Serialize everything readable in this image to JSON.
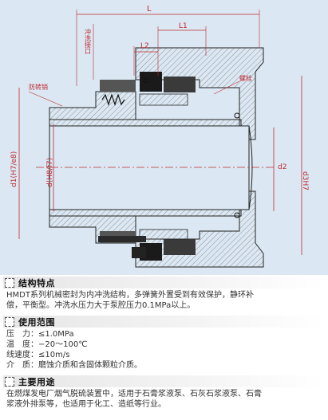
{
  "drawing": {
    "labels": {
      "L": "L",
      "L1": "L1",
      "L2": "L2",
      "flush_port": "冲洗接口",
      "anti_rotation_pin": "防转销",
      "bolt": "螺栓",
      "d1": "d1(H7/e8)",
      "d": "d(H8/f7)",
      "d2": "d2",
      "d3": "d3H7"
    },
    "colors": {
      "background": "#dbe8f3",
      "dimension": "#c0272d",
      "steel": "#1a1a1a",
      "hatch": "#777777"
    }
  },
  "sections": [
    {
      "title": "结构特点",
      "lines": [
        "HMDT系列机械密封为内冲洗结构，多弹簧外置受到有效保护，静环补",
        "偿，平衡型。冲洗水压力大于泵腔压力0.1MPa以上。"
      ]
    },
    {
      "title": "使用范围",
      "rows": [
        {
          "k": "压　力：",
          "v": "≤1.0MPa"
        },
        {
          "k": "温　度：",
          "v": "−20～100℃"
        },
        {
          "k": "线速度：",
          "v": "≤10m/s"
        },
        {
          "k": "介　质：",
          "v": "磨蚀介质和含固体颗粒介质。"
        }
      ]
    },
    {
      "title": "主要用途",
      "lines": [
        "在燃煤发电厂烟气脱硫装置中，适用于石膏浆液泵、石灰石浆液泵、石膏",
        "浆液外排泵等，也适用于化工、造纸等行业。"
      ]
    }
  ]
}
